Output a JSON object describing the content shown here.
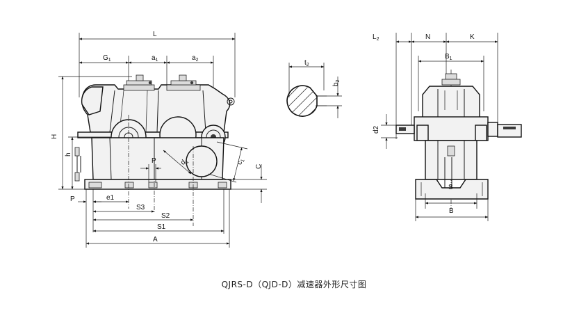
{
  "caption": "QJRS-D（QJD-D）减速器外形尺寸图",
  "front_view": {
    "dims": {
      "L": "L",
      "G1": "G",
      "G1_sub": "1",
      "a1": "a",
      "a1_sub": "1",
      "a2": "a",
      "a2_sub": "2",
      "H": "H",
      "h": "h",
      "P_top": "P",
      "d1": "d",
      "d1_sub": "1",
      "c1": "c",
      "c1_sub": "1",
      "C": "C",
      "P": "P",
      "e1": "e1",
      "S3": "S3",
      "S2": "S2",
      "S1": "S1",
      "A": "A"
    }
  },
  "keyway_detail": {
    "dims": {
      "t2": "t",
      "t2_sub": "2",
      "b2": "b",
      "b2_sub": "2"
    }
  },
  "side_view": {
    "dims": {
      "L2": "L",
      "L2_sub": "2",
      "N": "N",
      "K": "K",
      "B1": "B",
      "B1_sub": "1",
      "d2": "d2",
      "S": "S",
      "B": "B"
    }
  }
}
